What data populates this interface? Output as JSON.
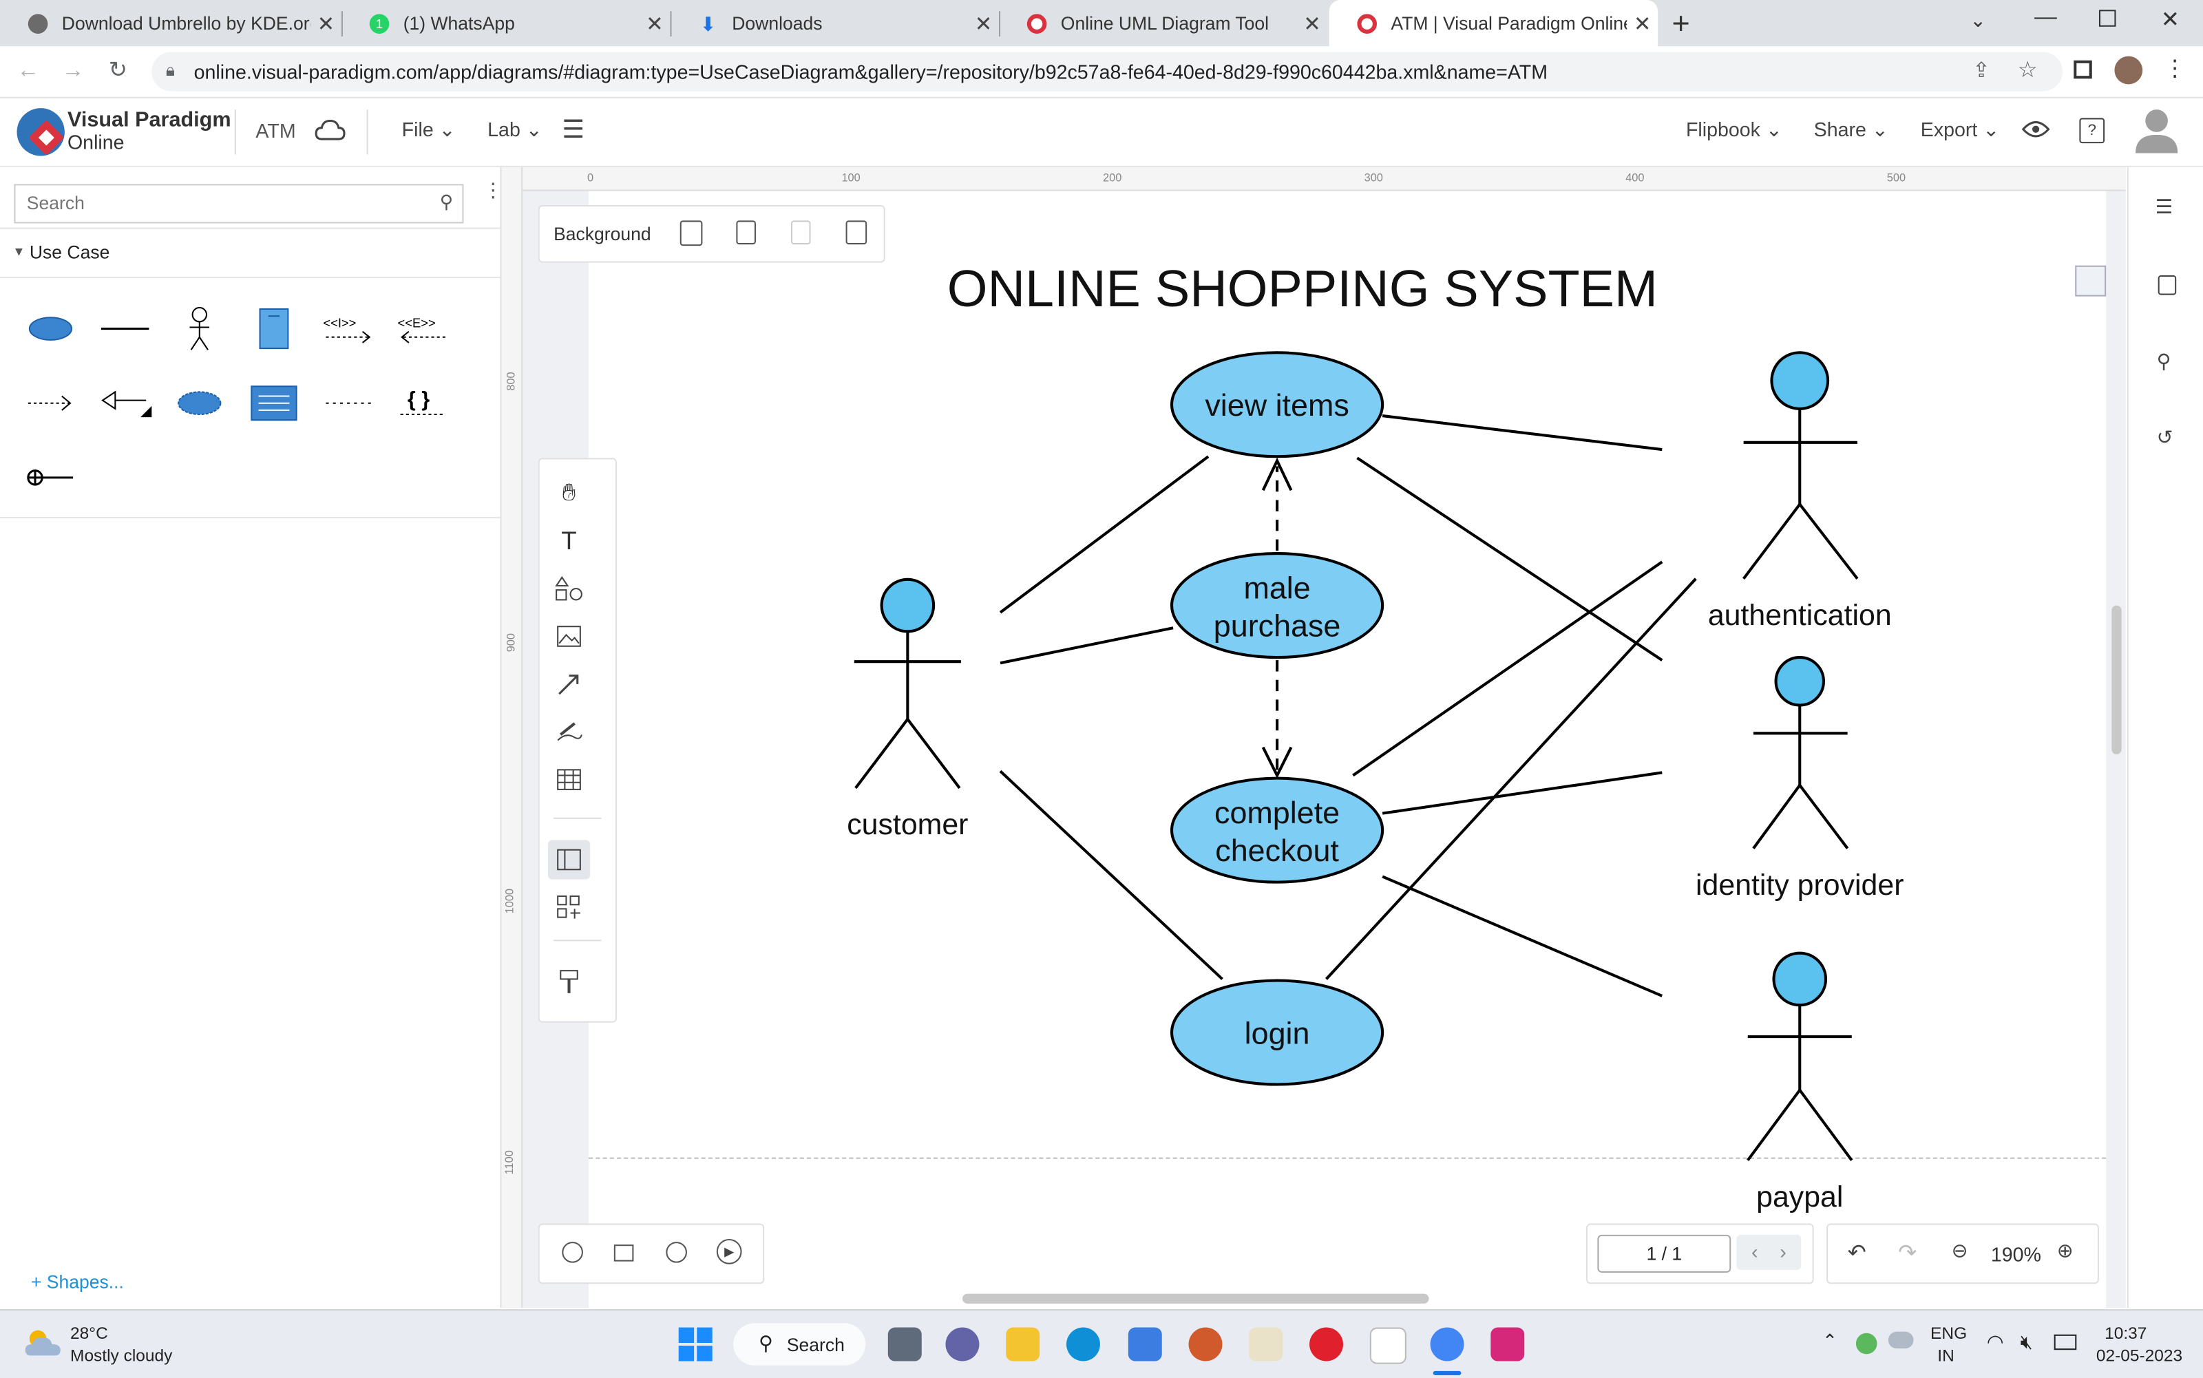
{
  "browser": {
    "tabs": [
      {
        "label": "Download Umbrello by KDE.org",
        "favicon": "globe-icon"
      },
      {
        "label": "(1) WhatsApp",
        "favicon": "whatsapp-icon"
      },
      {
        "label": "Downloads",
        "favicon": "download-icon"
      },
      {
        "label": "Online UML Diagram Tool",
        "favicon": "visual-paradigm-icon"
      },
      {
        "label": "ATM | Visual Paradigm Online",
        "favicon": "visual-paradigm-icon",
        "active": true
      }
    ],
    "whatsapp_badge": "1",
    "url": "online.visual-paradigm.com/app/diagrams/#diagram:type=UseCaseDiagram&gallery=/repository/b92c57a8-fe64-40ed-8d29-f990c60442ba.xml&name=ATM"
  },
  "app": {
    "logo_line1": "Visual Paradigm",
    "logo_line2": "Online",
    "doc_name": "ATM",
    "menus": [
      "File",
      "Lab"
    ],
    "right_menus": [
      "Flipbook",
      "Share",
      "Export"
    ]
  },
  "left_panel": {
    "search_placeholder": "Search",
    "category": "Use Case",
    "more_shapes": "Shapes..."
  },
  "canvas": {
    "background_label": "Background",
    "ruler_top": [
      "0",
      "100",
      "200",
      "300",
      "400",
      "500"
    ],
    "ruler_left": [
      "800",
      "900",
      "1000",
      "1100"
    ],
    "page": "1 / 1",
    "zoom": "190%"
  },
  "diagram": {
    "title": "ONLINE SHOPPING SYSTEM",
    "use_cases": {
      "view_items": "view items",
      "male_purchase_1": "male",
      "male_purchase_2": "purchase",
      "complete_checkout_1": "complete",
      "complete_checkout_2": "checkout",
      "login": "login"
    },
    "actors": {
      "customer": "customer",
      "authentication": "authentication",
      "identity_provider": "identity provider",
      "paypal": "paypal"
    },
    "colors": {
      "usecase_fill": "#7ecdf4",
      "actor_head": "#5bc2f0",
      "stroke": "#000000"
    }
  },
  "taskbar": {
    "temperature": "28°C",
    "weather": "Mostly cloudy",
    "search": "Search",
    "lang1": "ENG",
    "lang2": "IN",
    "time": "10:37",
    "date": "02-05-2023"
  }
}
